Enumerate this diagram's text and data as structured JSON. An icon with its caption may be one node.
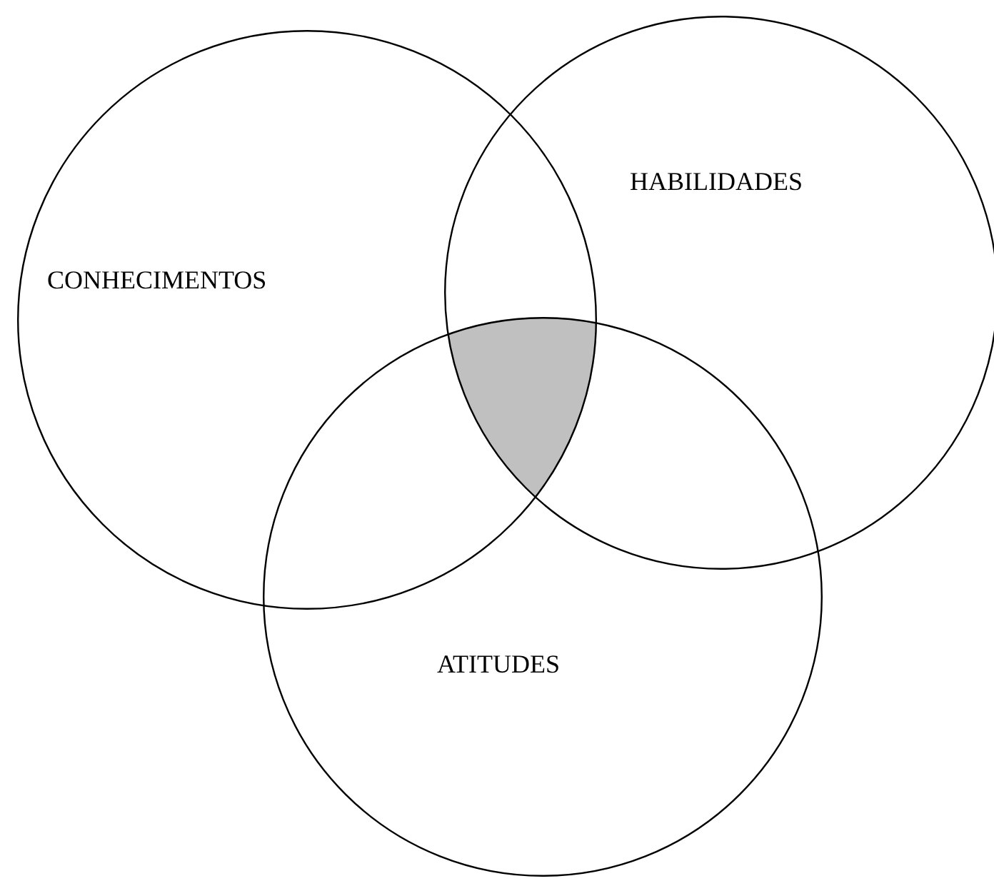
{
  "diagram": {
    "nodes": [
      {
        "text": [
          "CONHECIMENTOS"
        ]
      },
      {
        "text": [
          "HABILIDADES"
        ]
      },
      {
        "text": [
          "ATITUDES"
        ]
      },
      {
        "text": [],
        "shape": "region"
      }
    ]
  }
}
